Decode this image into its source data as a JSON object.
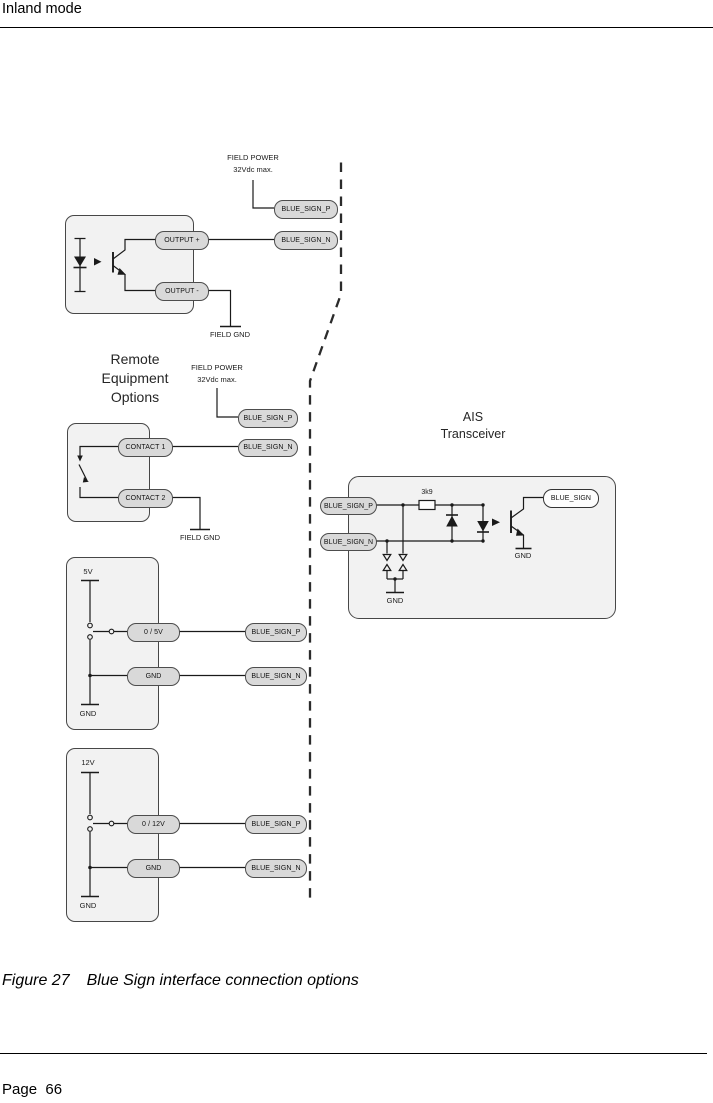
{
  "header": {
    "title": "Inland mode"
  },
  "diagram": {
    "opto_block": {
      "field_power": [
        "FIELD POWER",
        "32Vdc max."
      ],
      "blue_sign_p": "BLUE_SIGN_P",
      "blue_sign_n": "BLUE_SIGN_N",
      "output_plus": "OUTPUT +",
      "output_minus": "OUTPUT -",
      "field_gnd": "FIELD GND"
    },
    "remote_equipment_label": [
      "Remote",
      "Equipment",
      "Options"
    ],
    "contact_block": {
      "field_power": [
        "FIELD POWER",
        "32Vdc max."
      ],
      "blue_sign_p": "BLUE_SIGN_P",
      "blue_sign_n": "BLUE_SIGN_N",
      "contact_1": "CONTACT 1",
      "contact_2": "CONTACT 2",
      "field_gnd": "FIELD GND"
    },
    "logic_5v_block": {
      "rail_top": "5V",
      "rail_bottom": "GND",
      "signal": "0 / 5V",
      "gnd": "GND",
      "blue_sign_p": "BLUE_SIGN_P",
      "blue_sign_n": "BLUE_SIGN_N"
    },
    "logic_12v_block": {
      "rail_top": "12V",
      "rail_bottom": "GND",
      "signal": "0 / 12V",
      "gnd": "GND",
      "blue_sign_p": "BLUE_SIGN_P",
      "blue_sign_n": "BLUE_SIGN_N"
    },
    "ais_block": {
      "label": [
        "AIS",
        "Transceiver"
      ],
      "blue_sign_p": "BLUE_SIGN_P",
      "blue_sign_n": "BLUE_SIGN_N",
      "resistor": "3k9",
      "blue_sign": "BLUE_SIGN",
      "gnd_tvs": "GND",
      "gnd_transistor": "GND"
    }
  },
  "caption": {
    "label": "Figure 27",
    "text": "Blue Sign interface connection options"
  },
  "footer": {
    "page": "Page  66"
  },
  "colors": {
    "box_fill": "#f2f2f2",
    "box_border": "#474747",
    "pill_fill": "#d9d9d9",
    "pill_border": "#4d4d4d",
    "wire": "#1a1a1a",
    "dashed_separator": "#2b2b2b"
  }
}
